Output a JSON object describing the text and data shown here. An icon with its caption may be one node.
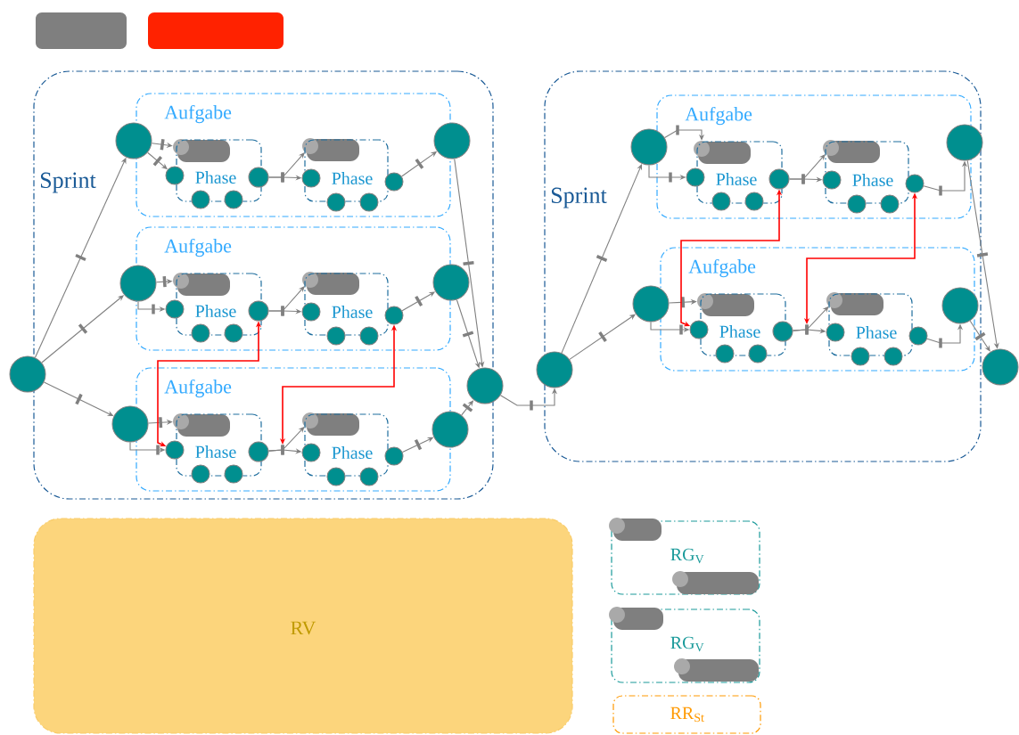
{
  "diagram": {
    "nodes": [
      {
        "text": [],
        "shape": "box"
      },
      {
        "text": [],
        "shape": "box"
      },
      {
        "text": [
          "Sprint"
        ]
      },
      {
        "text": [],
        "shape": "circle"
      },
      {
        "text": [
          "Aufgabe"
        ],
        "in": 2
      },
      {
        "text": [],
        "shape": "circle",
        "in": 2
      },
      {
        "text": [],
        "shape": "bar",
        "in": 7
      },
      {
        "text": [
          "Phase"
        ],
        "in": 4
      },
      {
        "text": [],
        "shape": "circle",
        "in": 4
      },
      {
        "text": [],
        "shape": "circle",
        "in": 4
      },
      {
        "text": [],
        "shape": "circle",
        "in": 4
      },
      {
        "text": [],
        "shape": "circle",
        "in": 4
      },
      {
        "text": [],
        "shape": "bar",
        "in": 13
      },
      {
        "text": [
          "Phase"
        ],
        "in": 4
      },
      {
        "text": [],
        "shape": "circle",
        "in": 13
      },
      {
        "text": [],
        "shape": "circle",
        "in": 4
      },
      {
        "text": [],
        "shape": "circle",
        "in": 4
      },
      {
        "text": [],
        "shape": "circle",
        "in": 4
      },
      {
        "text": [],
        "shape": "circle",
        "in": 2
      },
      {
        "text": [
          "Aufgabe"
        ],
        "in": 2
      },
      {
        "text": [],
        "shape": "circle",
        "in": 2
      },
      {
        "text": [],
        "shape": "bar",
        "in": 22
      },
      {
        "text": [
          "Phase"
        ],
        "in": 19
      },
      {
        "text": [],
        "shape": "circle",
        "in": 19
      },
      {
        "text": [],
        "shape": "circle",
        "in": 19
      },
      {
        "text": [],
        "shape": "circle",
        "in": 19
      },
      {
        "text": [],
        "shape": "circle",
        "in": 19
      },
      {
        "text": [],
        "shape": "bar",
        "in": 28
      },
      {
        "text": [
          "Phase"
        ],
        "in": 19
      },
      {
        "text": [],
        "shape": "circle",
        "in": 28
      },
      {
        "text": [],
        "shape": "circle",
        "in": 19
      },
      {
        "text": [],
        "shape": "circle",
        "in": 19
      },
      {
        "text": [],
        "shape": "circle",
        "in": 19
      },
      {
        "text": [],
        "shape": "circle",
        "in": 2
      },
      {
        "text": [
          "Aufgabe"
        ],
        "in": 2
      },
      {
        "text": [],
        "shape": "circle",
        "in": 2
      },
      {
        "text": [],
        "shape": "bar",
        "in": 37
      },
      {
        "text": [
          "Phase"
        ],
        "in": 34
      },
      {
        "text": [],
        "shape": "circle",
        "in": 34
      },
      {
        "text": [],
        "shape": "circle",
        "in": 34
      },
      {
        "text": [],
        "shape": "circle",
        "in": 34
      },
      {
        "text": [],
        "shape": "circle",
        "in": 34
      },
      {
        "text": [],
        "shape": "bar",
        "in": 43
      },
      {
        "text": [
          "Phase"
        ],
        "in": 34
      },
      {
        "text": [],
        "shape": "circle",
        "in": 43
      },
      {
        "text": [],
        "shape": "circle",
        "in": 34
      },
      {
        "text": [],
        "shape": "circle",
        "in": 34
      },
      {
        "text": [],
        "shape": "circle",
        "in": 34
      },
      {
        "text": [],
        "shape": "circle",
        "in": 2
      },
      {
        "text": [],
        "shape": "circle"
      },
      {
        "text": [
          "Sprint"
        ]
      },
      {
        "text": [],
        "shape": "circle"
      },
      {
        "text": [
          "Aufgabe"
        ],
        "in": 50
      },
      {
        "text": [],
        "shape": "circle",
        "in": 50
      },
      {
        "text": [],
        "shape": "bar",
        "in": 55
      },
      {
        "text": [
          "Phase"
        ],
        "in": 52
      },
      {
        "text": [],
        "shape": "circle",
        "in": 52
      },
      {
        "text": [],
        "shape": "circle",
        "in": 52
      },
      {
        "text": [],
        "shape": "circle",
        "in": 52
      },
      {
        "text": [],
        "shape": "circle",
        "in": 52
      },
      {
        "text": [],
        "shape": "bar",
        "in": 61
      },
      {
        "text": [
          "Phase"
        ],
        "in": 52
      },
      {
        "text": [],
        "shape": "circle",
        "in": 61
      },
      {
        "text": [],
        "shape": "circle",
        "in": 52
      },
      {
        "text": [],
        "shape": "circle",
        "in": 52
      },
      {
        "text": [],
        "shape": "circle",
        "in": 52
      },
      {
        "text": [],
        "shape": "circle",
        "in": 50
      },
      {
        "text": [
          "Aufgabe"
        ],
        "in": 50
      },
      {
        "text": [],
        "shape": "circle",
        "in": 50
      },
      {
        "text": [],
        "shape": "bar",
        "in": 70
      },
      {
        "text": [
          "Phase"
        ],
        "in": 67
      },
      {
        "text": [],
        "shape": "circle",
        "in": 67
      },
      {
        "text": [],
        "shape": "circle",
        "in": 67
      },
      {
        "text": [],
        "shape": "circle",
        "in": 67
      },
      {
        "text": [],
        "shape": "circle",
        "in": 67
      },
      {
        "text": [],
        "shape": "bar",
        "in": 76
      },
      {
        "text": [
          "Phase"
        ],
        "in": 67
      },
      {
        "text": [],
        "shape": "circle",
        "in": 76
      },
      {
        "text": [],
        "shape": "circle",
        "in": 67
      },
      {
        "text": [],
        "shape": "circle",
        "in": 67
      },
      {
        "text": [],
        "shape": "circle",
        "in": 67
      },
      {
        "text": [],
        "shape": "circle",
        "in": 50
      },
      {
        "text": [],
        "shape": "circle"
      },
      {
        "text": [
          "RV"
        ]
      },
      {
        "text": [
          "RG$_{V}$"
        ]
      },
      {
        "text": [],
        "shape": "bar",
        "in": 84
      },
      {
        "text": [],
        "shape": "bar",
        "in": 84
      },
      {
        "text": [
          "RG$_{V}$"
        ]
      },
      {
        "text": [],
        "shape": "bar",
        "in": 87
      },
      {
        "text": [],
        "shape": "bar",
        "in": 87
      },
      {
        "text": [
          "RR$_{St}$"
        ]
      }
    ],
    "edges": [
      {
        "from": 3,
        "to": 5,
        "arrow": "to"
      },
      {
        "from": 3,
        "to": 20,
        "arrow": "to"
      },
      {
        "from": 3,
        "to": 35,
        "arrow": "to"
      },
      {
        "from": 5,
        "to": 6,
        "arrow": "to"
      },
      {
        "from": 5,
        "to": 8,
        "arrow": "to"
      },
      {
        "from": 9,
        "to": 12,
        "arrow": "to"
      },
      {
        "from": 9,
        "to": 14,
        "arrow": "to"
      },
      {
        "from": 15,
        "to": 18,
        "arrow": "to"
      },
      {
        "from": 20,
        "to": 21,
        "arrow": "to"
      },
      {
        "from": 20,
        "to": 23,
        "arrow": "to"
      },
      {
        "from": 24,
        "to": 27,
        "arrow": "to"
      },
      {
        "from": 24,
        "to": 29,
        "arrow": "to"
      },
      {
        "from": 30,
        "to": 33,
        "arrow": "to"
      },
      {
        "from": 35,
        "to": 36,
        "arrow": "to"
      },
      {
        "from": 35,
        "to": 38,
        "arrow": "to"
      },
      {
        "from": 39,
        "to": 42,
        "arrow": "to"
      },
      {
        "from": 39,
        "to": 44,
        "arrow": "to"
      },
      {
        "from": 45,
        "to": 48,
        "arrow": "to"
      },
      {
        "from": 18,
        "to": 49,
        "arrow": "to"
      },
      {
        "from": 33,
        "to": 49,
        "arrow": "to"
      },
      {
        "from": 48,
        "to": 49,
        "arrow": "to"
      },
      {
        "from": 49,
        "to": 51,
        "arrow": "to"
      },
      {
        "from": 51,
        "to": 53,
        "arrow": "to"
      },
      {
        "from": 51,
        "to": 68,
        "arrow": "to"
      },
      {
        "from": 53,
        "to": 54,
        "arrow": "to"
      },
      {
        "from": 53,
        "to": 56,
        "arrow": "to"
      },
      {
        "from": 57,
        "to": 60,
        "arrow": "to"
      },
      {
        "from": 57,
        "to": 62,
        "arrow": "to"
      },
      {
        "from": 63,
        "to": 66,
        "arrow": "to"
      },
      {
        "from": 68,
        "to": 69,
        "arrow": "to"
      },
      {
        "from": 68,
        "to": 71,
        "arrow": "to"
      },
      {
        "from": 72,
        "to": 75,
        "arrow": "to"
      },
      {
        "from": 72,
        "to": 77,
        "arrow": "to"
      },
      {
        "from": 78,
        "to": 81,
        "arrow": "to"
      },
      {
        "from": 66,
        "to": 82,
        "arrow": "to"
      },
      {
        "from": 81,
        "to": 82,
        "arrow": "to"
      },
      {
        "from": 24,
        "to": 38,
        "arrow": "both",
        "color": "#ff0000"
      },
      {
        "from": 30,
        "to": null,
        "arrow": "both",
        "color": "#ff0000"
      },
      {
        "from": 57,
        "to": 71,
        "arrow": "both",
        "color": "#ff0000"
      },
      {
        "from": 63,
        "to": null,
        "arrow": "both",
        "color": "#ff0000"
      }
    ]
  }
}
